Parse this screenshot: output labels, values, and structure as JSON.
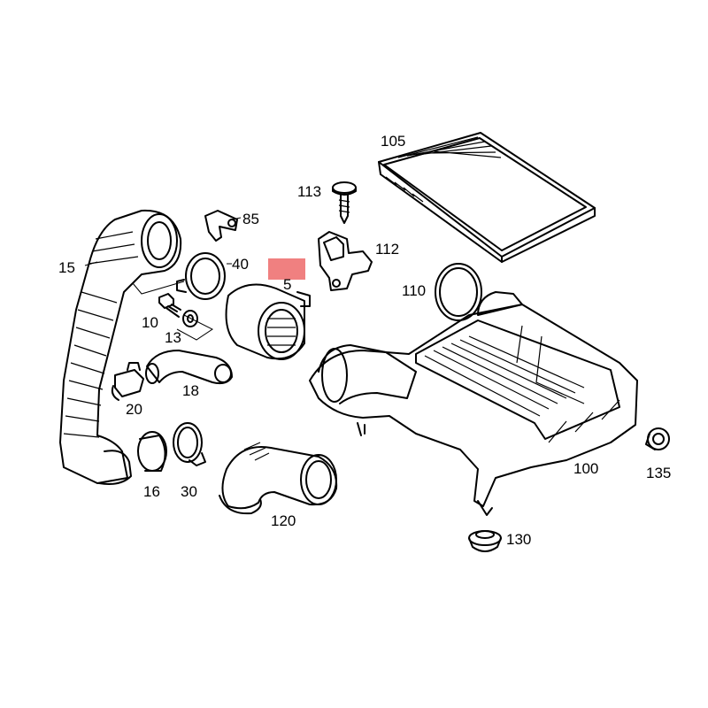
{
  "labels": {
    "l105": "105",
    "l113": "113",
    "l85": "85",
    "l112": "112",
    "l15": "15",
    "l40": "40",
    "l5": "5",
    "l110": "110",
    "l10": "10",
    "l13": "13",
    "l18": "18",
    "l20": "20",
    "l16": "16",
    "l30": "30",
    "l120": "120",
    "l100": "100",
    "l135": "135",
    "l130": "130"
  },
  "colors": {
    "highlight": "#f08080",
    "line": "#000000",
    "background": "#ffffff"
  }
}
